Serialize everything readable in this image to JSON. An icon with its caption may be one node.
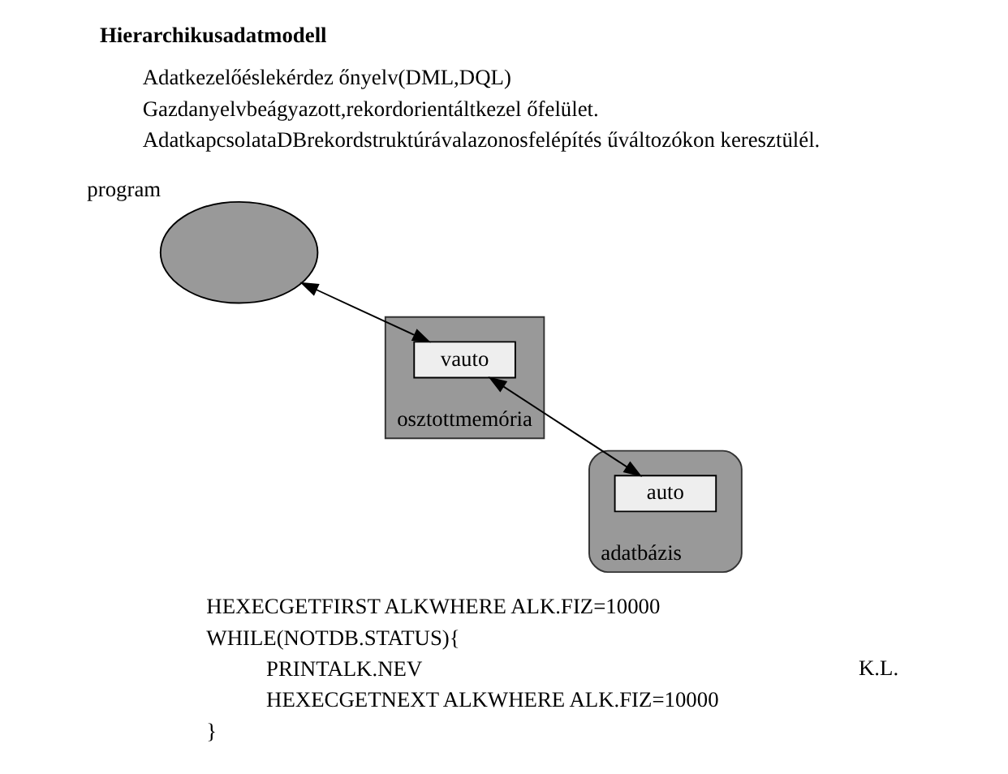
{
  "diagram": {
    "title": "Hierarchikusadatmodell",
    "nodes": [
      {
        "text": [],
        "shape": "ellipse",
        "beside": [
          "program"
        ]
      },
      {
        "text": [],
        "shape": "box",
        "beside": [
          "osztottmemória"
        ]
      },
      {
        "text": [
          "vauto"
        ],
        "in": 1
      },
      {
        "text": [],
        "shape": "cylinder",
        "beside": [
          "adatbázis"
        ]
      },
      {
        "text": [
          "auto"
        ],
        "in": 3
      }
    ],
    "edges": [
      {
        "from": 0,
        "to": 2,
        "arrow": "both"
      },
      {
        "from": 2,
        "to": 4,
        "arrow": "both"
      }
    ],
    "labels": [
      "Adatkezelőéslekérdez őnyelv(DML,DQL)",
      "Gazdanyelvbeágyazott,rekordorientáltkezel őfelület.",
      "AdatkapcsolataDBrekordstruktúrávalazonosfelépítés űváltozókon keresztülél.",
      "HEXECGETFIRST ALKWHERE ALK.FIZ=10000",
      "WHILE(NOTDB.STATUS){",
      "PRINTALK.NEV",
      "HEXECGETNEXT ALKWHERE ALK.FIZ=10000",
      "}",
      "K.L."
    ]
  }
}
